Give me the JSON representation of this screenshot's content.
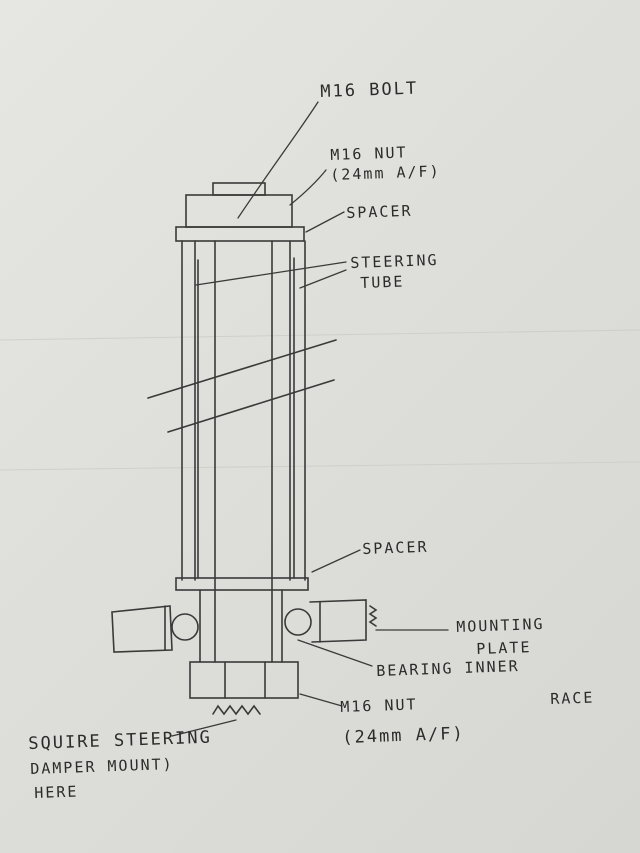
{
  "diagram": {
    "labels": {
      "bolt": "M16 BOLT",
      "nut_top_1": "M16 NUT",
      "nut_top_2": "(24mm A/F)",
      "spacer_top": "SPACER",
      "steering_tube_1": "STEERING",
      "steering_tube_2": "TUBE",
      "spacer_bottom": "SPACER",
      "mounting_plate_1": "MOUNTING",
      "mounting_plate_2": "PLATE",
      "bearing_1": "BEARING INNER",
      "bearing_2": "RACE",
      "nut_bottom_1": "M16 NUT",
      "nut_bottom_2": "(24mm A/F)",
      "squire_1": "SQUIRE STEERING",
      "squire_2": "DAMPER MOUNT)",
      "squire_3": "HERE"
    },
    "stroke_color": "#3a3a3a",
    "paper_color": "#e2e2de"
  }
}
